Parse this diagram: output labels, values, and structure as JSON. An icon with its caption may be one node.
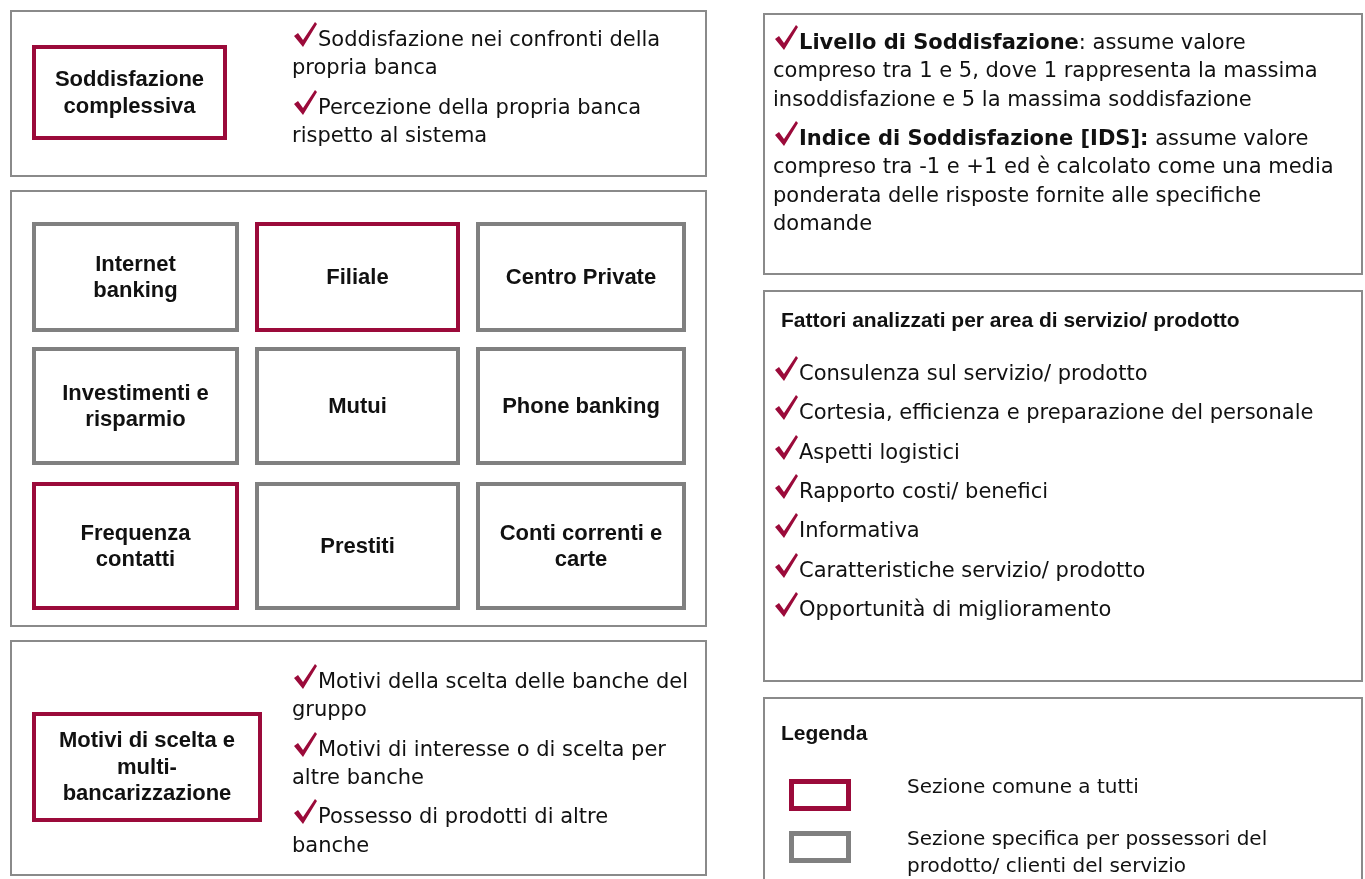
{
  "diagram": {
    "nodes": [
      {
        "text": [
          "Soddisfazione nei confronti della propria banca",
          "Percezione della propria banca rispetto al sistema"
        ]
      },
      {
        "text": [
          "Soddisfazione complessiva"
        ],
        "in": 0
      },
      {
        "text": [],
        "shape": "box"
      },
      {
        "text": [
          "Internet banking"
        ],
        "in": 2
      },
      {
        "text": [
          "Filiale"
        ],
        "in": 2
      },
      {
        "text": [
          "Centro Private"
        ],
        "in": 2
      },
      {
        "text": [
          "Investimenti e risparmio"
        ],
        "in": 2
      },
      {
        "text": [
          "Mutui"
        ],
        "in": 2
      },
      {
        "text": [
          "Phone banking"
        ],
        "in": 2
      },
      {
        "text": [
          "Frequenza contatti"
        ],
        "in": 2
      },
      {
        "text": [
          "Prestiti"
        ],
        "in": 2
      },
      {
        "text": [
          "Conti correnti e carte"
        ],
        "in": 2
      },
      {
        "text": [
          "Motivi della scelta delle banche del gruppo",
          "Motivi di interesse o di scelta per altre banche",
          "Possesso di prodotti di altre banche"
        ]
      },
      {
        "text": [
          "Motivi di scelta e multi-bancarizzazione"
        ],
        "in": 12
      },
      {
        "text": [
          "**Livello di Soddisfazione**: assume valore compreso tra 1 e 5, dove 1 rappresenta la massima insoddisfazione e 5 la massima soddisfazione",
          "**Indice di Soddisfazione [IDS]:** assume valore compreso tra -1 e +1 ed è calcolato come una media ponderata delle risposte fornite alle specifiche domande"
        ]
      },
      {
        "text": [
          "Fattori analizzati per area di servizio/ prodotto",
          "Consulenza sul servizio/ prodotto",
          "Cortesia, efficienza e preparazione del personale",
          "Aspetti logistici",
          "Rapporto costi/ benefici",
          "Informativa",
          "Caratteristiche servizio/ prodotto",
          "Opportunità di miglioramento"
        ]
      },
      {
        "text": [
          "Legenda"
        ]
      }
    ],
    "legend": [
      {
        "text": "Sezione comune a tutti",
        "color": "#9b0a3a"
      },
      {
        "text": "Sezione specifica per possessori del prodotto/ clienti del servizio",
        "color": "#808080"
      }
    ]
  }
}
